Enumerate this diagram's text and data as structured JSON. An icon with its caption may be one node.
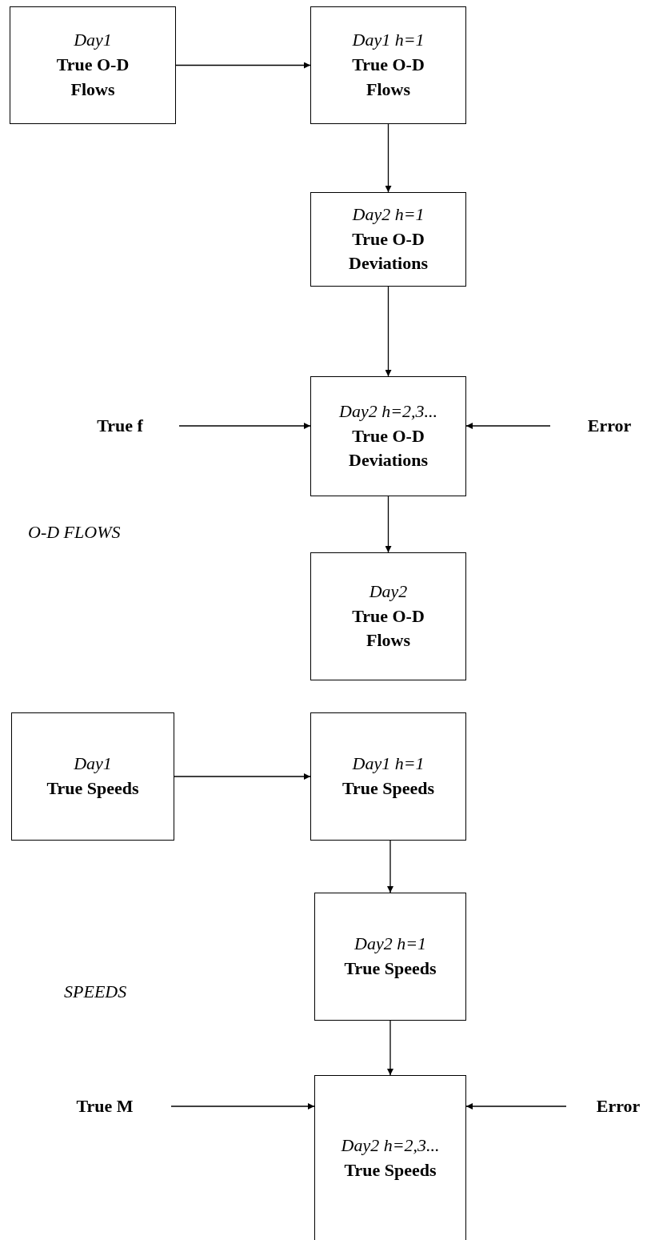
{
  "diagram": {
    "nodes": [
      {
        "text": [
          "Day1",
          "True O-D Flows"
        ]
      },
      {
        "text": [
          "Day1 h=1",
          "True O-D Flows"
        ]
      },
      {
        "text": [
          "Day2 h=1",
          "True O-D Deviations"
        ]
      },
      {
        "text": [
          "True f"
        ]
      },
      {
        "text": [
          "Day2 h=2,3...",
          "True O-D Deviations"
        ]
      },
      {
        "text": [
          "Error"
        ]
      },
      {
        "text": [
          "Day2",
          "True O-D Flows"
        ]
      },
      {
        "text": [
          "Day1",
          "True Speeds"
        ]
      },
      {
        "text": [
          "Day1 h=1",
          "True Speeds"
        ]
      },
      {
        "text": [
          "Day2 h=1",
          "True Speeds"
        ]
      },
      {
        "text": [
          "True M"
        ]
      },
      {
        "text": [
          "Day2 h=2,3...",
          "True Speeds"
        ]
      },
      {
        "text": [
          "Error"
        ]
      }
    ],
    "edges": [
      {
        "from": 0,
        "to": 1,
        "arrow": "to"
      },
      {
        "from": 1,
        "to": 2,
        "arrow": "to"
      },
      {
        "from": 2,
        "to": 4,
        "arrow": "to"
      },
      {
        "from": 3,
        "to": 4,
        "arrow": "to"
      },
      {
        "from": 5,
        "to": 4,
        "arrow": "to"
      },
      {
        "from": 4,
        "to": 6,
        "arrow": "to"
      },
      {
        "from": 7,
        "to": 8,
        "arrow": "to"
      },
      {
        "from": 8,
        "to": 9,
        "arrow": "to"
      },
      {
        "from": 9,
        "to": 11,
        "arrow": "to"
      },
      {
        "from": 10,
        "to": 11,
        "arrow": "to"
      },
      {
        "from": 12,
        "to": 11,
        "arrow": "to"
      }
    ],
    "labels": [
      "O-D FLOWS",
      "SPEEDS"
    ]
  }
}
